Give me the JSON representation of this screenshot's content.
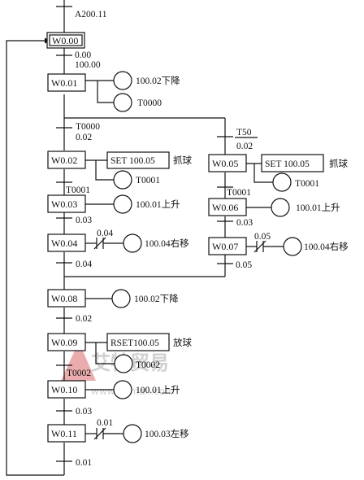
{
  "steps": {
    "w000": "W0.00",
    "w001": "W0.01",
    "w002": "W0.02",
    "w003": "W0.03",
    "w004": "W0.04",
    "w005": "W0.05",
    "w006": "W0.06",
    "w007": "W0.07",
    "w008": "W0.08",
    "w009": "W0.09",
    "w010": "W0.10",
    "w011": "W0.11"
  },
  "transitions": {
    "start": "A200.11",
    "t000a": "0.00",
    "t000b": "100.00",
    "t0000": "T0000",
    "t002": "0.02",
    "t50": "T50",
    "t02b": "0.02",
    "t0001a": "T0001",
    "t0001b": "T0001",
    "t003a": "0.03",
    "t003b": "0.03",
    "t004a": "0.04",
    "t005a": "0.05",
    "t002c": "0.02",
    "t0002": "T0002",
    "t003c": "0.03",
    "t001": "0.01"
  },
  "actions": {
    "s1_out": "100.02下降",
    "s1_timer": "T0000",
    "s2_set": "SET 100.05",
    "s2_desc": "抓球",
    "s2_timer": "T0001",
    "s3_out": "100.01上升",
    "s4_contact": "0.04",
    "s4_out": "100.04右移",
    "s5_set": "SET 100.05",
    "s5_desc": "抓球",
    "s5_timer": "T0001",
    "s6_out": "100.01上升",
    "s7_contact": "0.05",
    "s7_out": "100.04右移",
    "s8_out": "100.02下降",
    "s9_rset": "RSET100.05",
    "s9_desc": "放球",
    "s9_timer": "T0002",
    "s10_out": "100.01上升",
    "s11_contact": "0.01",
    "s11_out": "100.03左移"
  },
  "watermark": {
    "brand": "艾特贸易",
    "url": "www.aitmall.com"
  }
}
